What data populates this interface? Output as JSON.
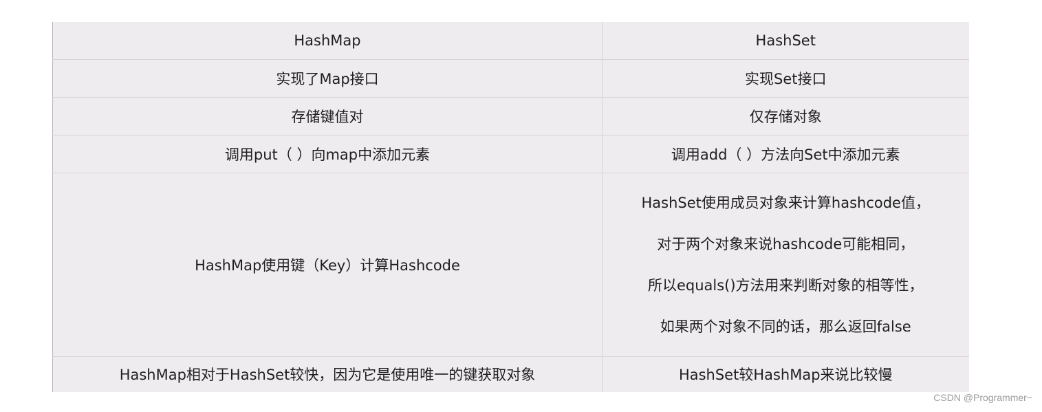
{
  "table": {
    "header": [
      "HashMap",
      "HashSet"
    ],
    "rows": [
      {
        "left": "实现了Map接口",
        "right": [
          "实现Set接口"
        ]
      },
      {
        "left": "存储键值对",
        "right": [
          "仅存储对象"
        ]
      },
      {
        "left": "调用put（ ）向map中添加元素",
        "right": [
          "调用add（ ）方法向Set中添加元素"
        ]
      },
      {
        "left": "HashMap使用键（Key）计算Hashcode",
        "right": [
          "HashSet使用成员对象来计算hashcode值，",
          "对于两个对象来说hashcode可能相同，",
          "所以equals()方法用来判断对象的相等性，",
          "如果两个对象不同的话，那么返回false"
        ]
      },
      {
        "left": "HashMap相对于HashSet较快，因为它是使用唯一的键获取对象",
        "right": [
          "HashSet较HashMap来说比较慢"
        ]
      }
    ]
  },
  "watermark": "CSDN @Programmer~"
}
